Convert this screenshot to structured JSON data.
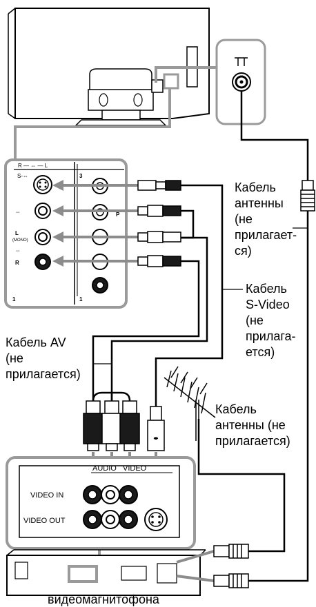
{
  "labels": {
    "antenna_cable_right": [
      "Кабель",
      "антенны",
      "(не",
      "прилагает-",
      "ся)"
    ],
    "svideo_cable": [
      "Кабель",
      "S-Video",
      "(не",
      "прилага-",
      "ется)"
    ],
    "av_cable": [
      "Кабель AV",
      "(не",
      "прилагается)"
    ],
    "antenna_cable_mid": [
      "Кабель",
      "антенны (не",
      "прилагается)"
    ],
    "vcr_caption": "видеомагнитофона"
  },
  "tv_panel": {
    "top_label": "R — ⇔ — L",
    "svideo_label": "S-⇔",
    "input_number": "3",
    "bottom_number_left": "1",
    "bottom_number_right": "1",
    "mono_label": "L",
    "mono_sub": "(MONO)",
    "r_label": "R",
    "p_label": "P"
  },
  "vcr_panel": {
    "audio_label": "AUDIO",
    "video_label": "VIDEO",
    "video_in": "VIDEO IN",
    "video_out": "VIDEO OUT"
  },
  "colors": {
    "line": "#000000",
    "panel_border": "#9a9a9a",
    "cable_gray": "#8c8c8c",
    "socket_dark": "#1a1a1a"
  }
}
